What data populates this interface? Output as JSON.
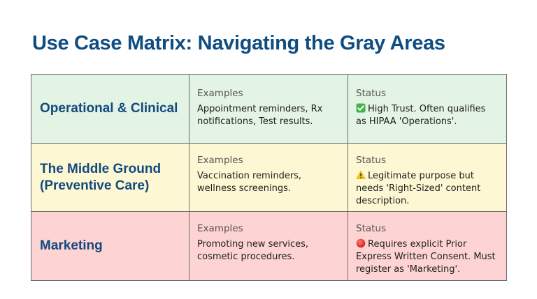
{
  "title": "Use Case Matrix: Navigating the Gray Areas",
  "columns": {
    "examples_header": "Examples",
    "status_header": "Status"
  },
  "rows": [
    {
      "category": "Operational & Clinical",
      "examples_label": "Examples",
      "examples": "Appointment reminders, Rx notifications, Test results.",
      "status_label": "Status",
      "status_icon": "green-checkmark-icon",
      "status_text": "High Trust. Often qualifies as HIPAA 'Operations'.",
      "background": "#e3f3e4"
    },
    {
      "category": "The Middle Ground (Preventive Care)",
      "examples_label": "Examples",
      "examples": "Vaccination reminders, wellness screenings.",
      "status_label": "Status",
      "status_icon": "warning-triangle-icon",
      "status_text": "Legitimate purpose but needs 'Right-Sized' content description.",
      "background": "#fdf8d3"
    },
    {
      "category": "Marketing",
      "examples_label": "Examples",
      "examples": "Promoting new services, cosmetic procedures.",
      "status_label": "Status",
      "status_icon": "red-circle-icon",
      "status_text": "Requires explicit Prior Express Written Consent. Must register as 'Marketing'.",
      "background": "#fed3d3"
    }
  ],
  "colors": {
    "title": "#0f4c81",
    "category_text": "#134a7f",
    "border": "#6b6b6b",
    "green_row": "#e3f3e4",
    "yellow_row": "#fdf8d3",
    "red_row": "#fed3d3"
  }
}
